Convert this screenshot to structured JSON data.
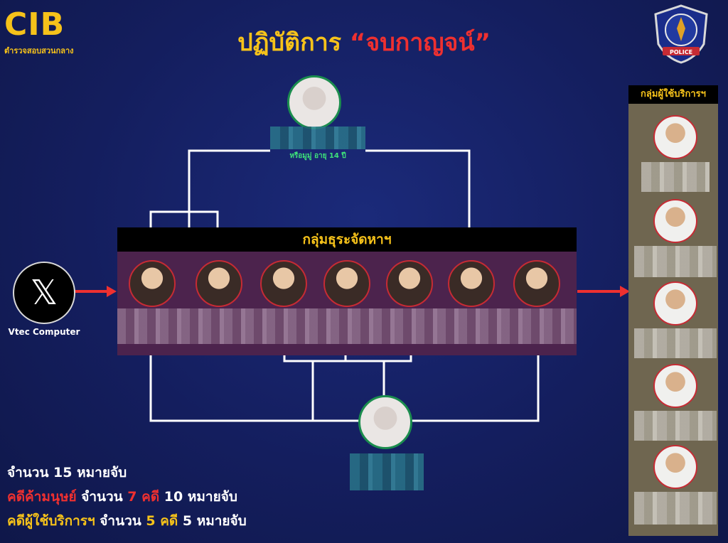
{
  "header": {
    "logo_text": "CIB",
    "logo_subtitle": "ตำรวจสอบสวนกลาง",
    "title_prefix": "ปฏิบัติการ",
    "title_quoted": "“จบกาญจน์”",
    "badge_text": "POLICE"
  },
  "source": {
    "platform_icon": "x-logo-icon",
    "platform_glyph": "𝕏",
    "label": "Vtec Computer"
  },
  "victim": {
    "label": "หรือมูมู่ อายุ 14 ปี"
  },
  "group": {
    "title": "กลุ่มธุระจัดหาฯ",
    "members": 7
  },
  "users": {
    "title": "กลุ่มผู้ใช้บริการฯ",
    "count": 5
  },
  "stats": {
    "line1": "จำนวน  15  หมายจับ",
    "line2_a": "คดีค้ามนุษย์",
    "line2_b": " จำนวน ",
    "line2_c": "7 คดี",
    "line2_d": " 10 หมายจับ",
    "line3_a": "คดีผู้ใช้บริการฯ",
    "line3_b": " จำนวน ",
    "line3_c": "5 คดี",
    "line3_d": " 5 หมายจับ"
  },
  "colors": {
    "accent_yellow": "#f6c21a",
    "accent_red": "#ee3030",
    "victim_ring": "#1b8d4e",
    "group_panel": "#4c234d",
    "users_panel": "#6f6650"
  }
}
